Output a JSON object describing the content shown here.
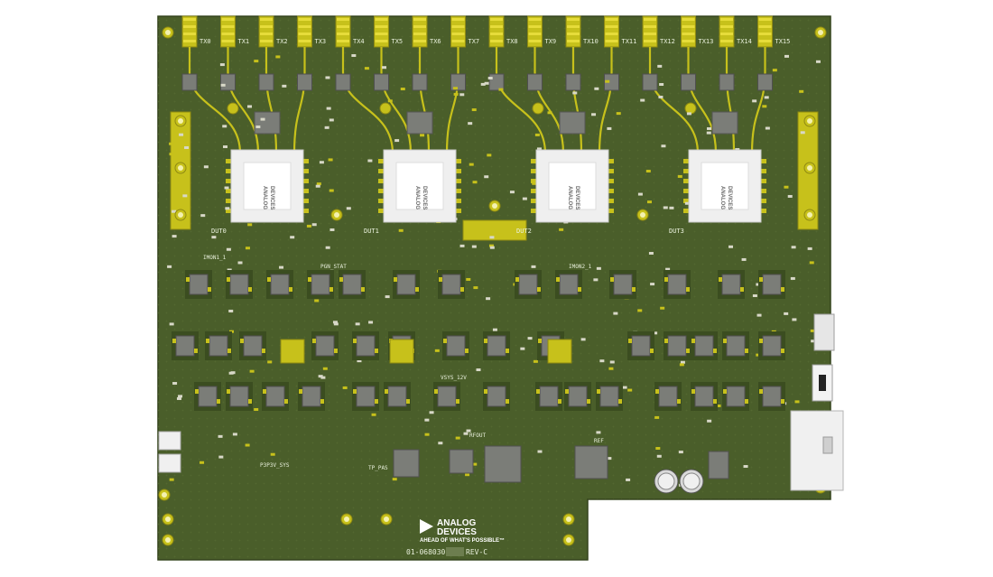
{
  "board": {
    "tx_labels": [
      "TX0",
      "TX1",
      "TX2",
      "TX3",
      "TX4",
      "TX5",
      "TX6",
      "TX7",
      "TX8",
      "TX9",
      "TX10",
      "TX11",
      "TX12",
      "TX13",
      "TX14",
      "TX15"
    ],
    "dut_labels": [
      "DUT0",
      "DUT1",
      "DUT2",
      "DUT3"
    ],
    "silkscreen": [
      "PGN_STAT",
      "IMON1_1",
      "IMON2_1",
      "VSYS_12V",
      "P3P3V_SYS",
      "TP_PAS",
      "REF",
      "RFOUT"
    ],
    "footer_part_prefix": "01-068030-",
    "footer_revision": "REV-C",
    "vendor_name_line1": "ANALOG",
    "vendor_name_line2": "DEVICES",
    "vendor_tagline": "AHEAD OF WHAT'S POSSIBLE™",
    "chip_mark_line1": "ANALOG",
    "chip_mark_line2": "DEVICES"
  },
  "colors": {
    "pcb": "#4a5e2a",
    "pcb_dark": "#3b4d20",
    "gold": "#c7c11b",
    "gold_light": "#e6dc3a",
    "chip_white": "#efefef",
    "ic_grey": "#7b7d78",
    "silkscreen": "#e9f0dc"
  }
}
